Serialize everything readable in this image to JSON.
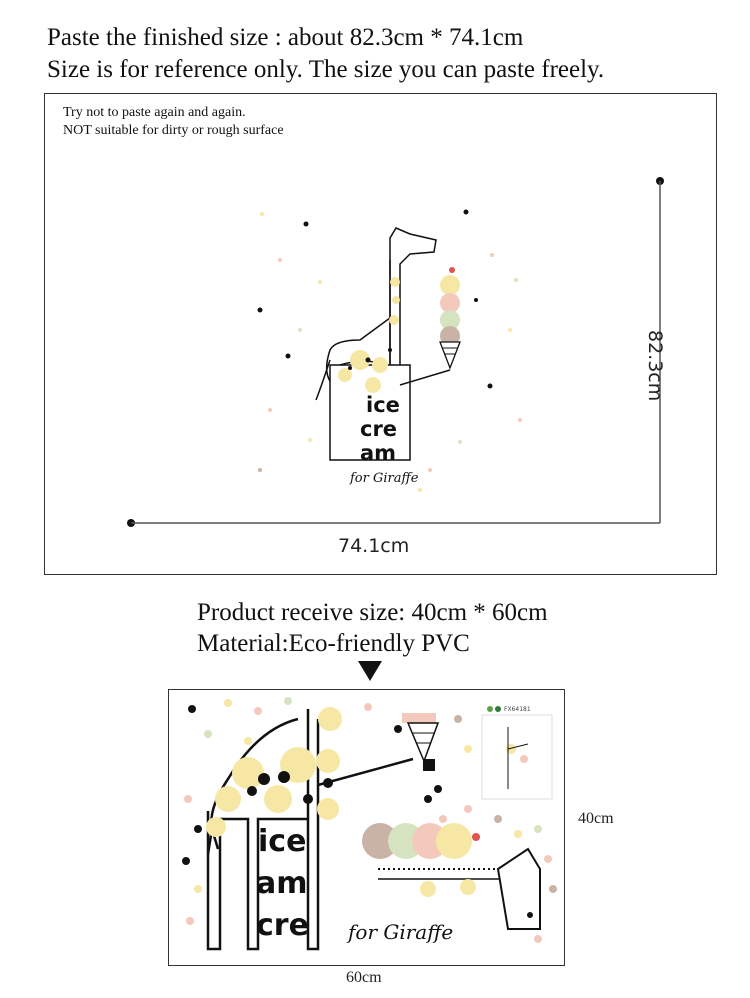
{
  "header": {
    "line1": "Paste the finished size : about 82.3cm * 74.1cm",
    "line2": "Size is for reference only. The size you can paste freely."
  },
  "top_panel": {
    "note1": "Try not to paste again and again.",
    "note2": "NOT suitable for dirty or rough surface",
    "height_label": "82.3cm",
    "width_label": "74.1cm",
    "art_text": {
      "word1": "ice",
      "word2": "cre",
      "word3": "am",
      "signature": "for Giraffe"
    }
  },
  "product": {
    "receive_size": "Product receive size: 40cm * 60cm",
    "material": "Material:Eco-friendly PVC",
    "sheet_width": "60cm",
    "sheet_height": "40cm",
    "sheet_code": "FX64181",
    "sheet_text": {
      "word1": "ice",
      "word2": "am",
      "word3": "cre",
      "signature": "for Giraffe"
    }
  },
  "colors": {
    "yellow": "#f7e7a4",
    "pink": "#f3c9bb",
    "green": "#d6e3c0",
    "brown": "#c9b3a6",
    "black": "#111111",
    "red": "#e0534f"
  }
}
